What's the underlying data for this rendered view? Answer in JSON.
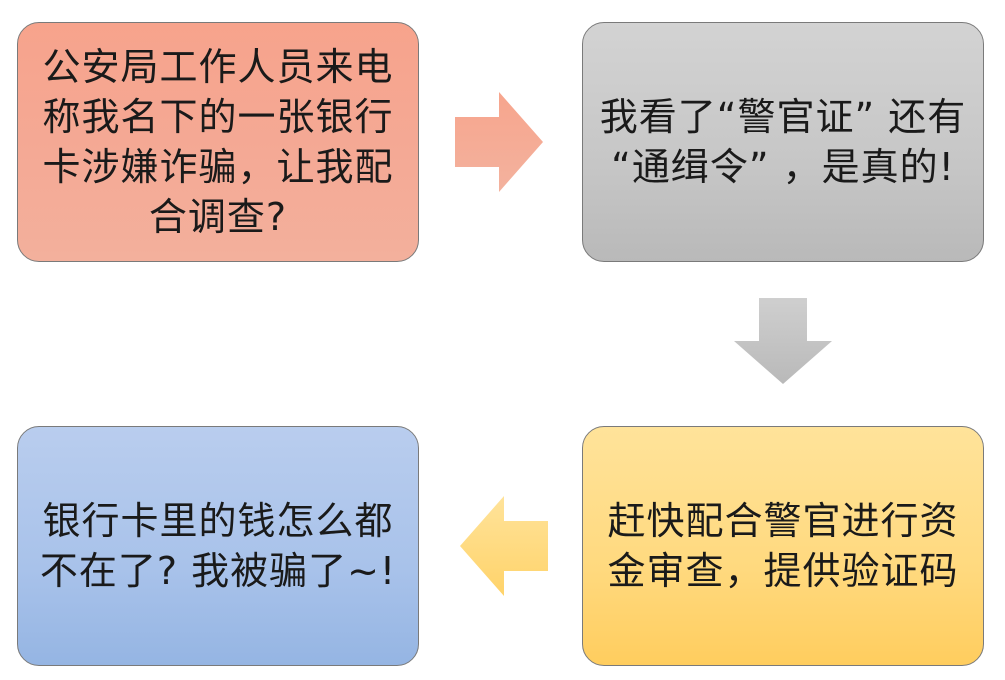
{
  "steps": [
    {
      "id": "step1",
      "text": "公安局工作人员来电\n称我名下的一张银行\n卡涉嫌诈骗，让我配\n合调查?"
    },
    {
      "id": "step2",
      "text": "我看了“警官证” 还有\n“通缉令” ，是真的!"
    },
    {
      "id": "step3",
      "text": "赶快配合警官进行资\n金审查，提供验证码"
    },
    {
      "id": "step4",
      "text": "银行卡里的钱怎么都\n不在了? 我被骗了~!"
    }
  ],
  "arrows": [
    {
      "from": "step1",
      "to": "step2",
      "direction": "right",
      "color": "#f5a58e"
    },
    {
      "from": "step2",
      "to": "step3",
      "direction": "down",
      "color": "#c2c2c2"
    },
    {
      "from": "step3",
      "to": "step4",
      "direction": "left",
      "color": "#ffd77a"
    }
  ],
  "colors": {
    "step1": "#f5a58e",
    "step2": "#c8c8c8",
    "step3": "#ffd77a",
    "step4": "#a8c2ea"
  }
}
